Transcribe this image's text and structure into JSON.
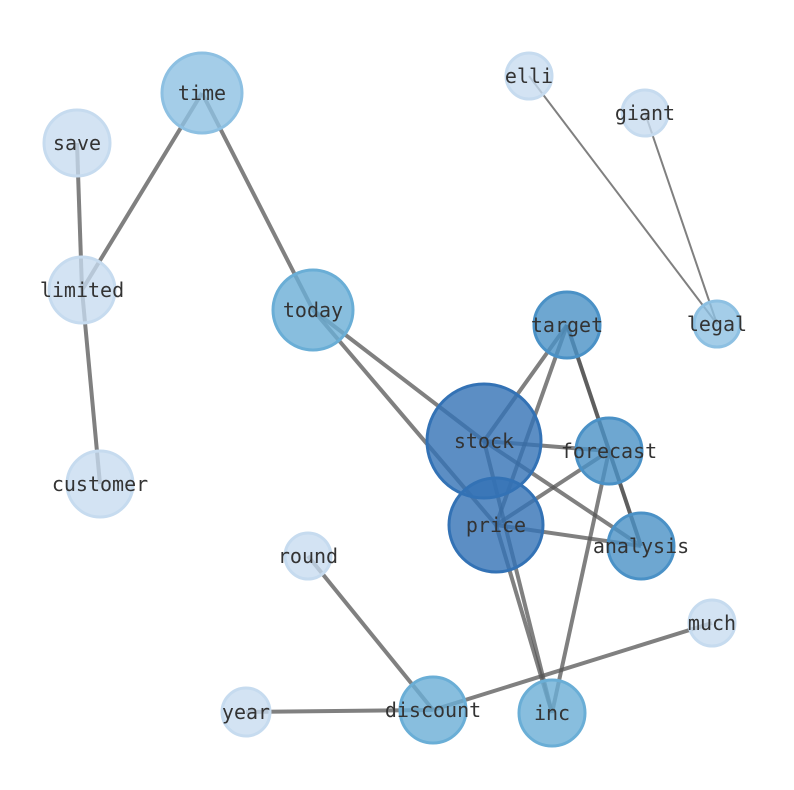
{
  "nodes": [
    {
      "id": "time",
      "label": "time",
      "level": 3
    },
    {
      "id": "save",
      "label": "save",
      "level": 1
    },
    {
      "id": "limited",
      "label": "limited",
      "level": 1
    },
    {
      "id": "customer",
      "label": "customer",
      "level": 1
    },
    {
      "id": "today",
      "label": "today",
      "level": 4
    },
    {
      "id": "elli",
      "label": "elli",
      "level": 1
    },
    {
      "id": "giant",
      "label": "giant",
      "level": 1
    },
    {
      "id": "legal",
      "label": "legal",
      "level": 3
    },
    {
      "id": "target",
      "label": "target",
      "level": 5
    },
    {
      "id": "stock",
      "label": "stock",
      "level": 6
    },
    {
      "id": "forecast",
      "label": "forecast",
      "level": 5
    },
    {
      "id": "price",
      "label": "price",
      "level": 6
    },
    {
      "id": "analysis",
      "label": "analysis",
      "level": 5
    },
    {
      "id": "round",
      "label": "round",
      "level": 1
    },
    {
      "id": "much",
      "label": "much",
      "level": 1
    },
    {
      "id": "year",
      "label": "year",
      "level": 1
    },
    {
      "id": "discount",
      "label": "discount",
      "level": 4
    },
    {
      "id": "inc",
      "label": "inc",
      "level": 4
    }
  ],
  "edges": [
    {
      "source": "time",
      "target": "limited",
      "weight": 2
    },
    {
      "source": "time",
      "target": "today",
      "weight": 2
    },
    {
      "source": "save",
      "target": "limited",
      "weight": 2
    },
    {
      "source": "limited",
      "target": "customer",
      "weight": 2
    },
    {
      "source": "today",
      "target": "stock",
      "weight": 2
    },
    {
      "source": "today",
      "target": "price",
      "weight": 2
    },
    {
      "source": "elli",
      "target": "legal",
      "weight": 1
    },
    {
      "source": "giant",
      "target": "legal",
      "weight": 1
    },
    {
      "source": "target",
      "target": "stock",
      "weight": 2
    },
    {
      "source": "target",
      "target": "price",
      "weight": 2
    },
    {
      "source": "target",
      "target": "analysis",
      "weight": 3
    },
    {
      "source": "stock",
      "target": "forecast",
      "weight": 2
    },
    {
      "source": "stock",
      "target": "analysis",
      "weight": 2
    },
    {
      "source": "stock",
      "target": "inc",
      "weight": 2
    },
    {
      "source": "forecast",
      "target": "price",
      "weight": 2
    },
    {
      "source": "forecast",
      "target": "inc",
      "weight": 2
    },
    {
      "source": "price",
      "target": "analysis",
      "weight": 2
    },
    {
      "source": "price",
      "target": "inc",
      "weight": 2
    },
    {
      "source": "round",
      "target": "discount",
      "weight": 2
    },
    {
      "source": "year",
      "target": "discount",
      "weight": 2
    },
    {
      "source": "discount",
      "target": "much",
      "weight": 2
    }
  ],
  "colors": {
    "level1": "#c6dbef",
    "level3": "#8dc0e2",
    "level4": "#6aaed6",
    "level5": "#4a91c6",
    "level6": "#3372b5",
    "edge": "#555555",
    "label": "#333333"
  }
}
